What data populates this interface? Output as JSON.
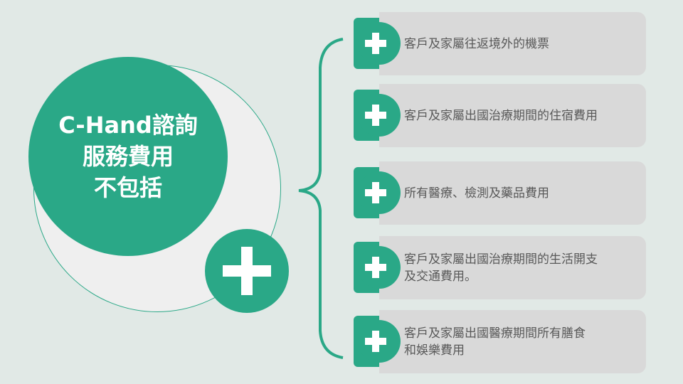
{
  "title": {
    "line1": "C-Hand諮詢",
    "line2": "服務費用",
    "line3": "不包括"
  },
  "colors": {
    "accent": "#2aa887",
    "background": "#e1e9e6",
    "card": "#d9d9d9"
  },
  "items": [
    {
      "lines": [
        "客戶及家屬往返境外的機票"
      ],
      "icon": "plus-icon"
    },
    {
      "lines": [
        "客戶及家屬出國治療期間的住宿費用"
      ],
      "icon": "plus-icon"
    },
    {
      "lines": [
        "所有醫療、檢測及藥品費用"
      ],
      "icon": "plus-icon"
    },
    {
      "lines": [
        "客戶及家屬出國治療期間的生活開支",
        "及交通費用。"
      ],
      "icon": "plus-icon"
    },
    {
      "lines": [
        "客戶及家屬出國醫療期間所有膳食",
        "和娛樂費用"
      ],
      "icon": "plus-icon"
    }
  ]
}
